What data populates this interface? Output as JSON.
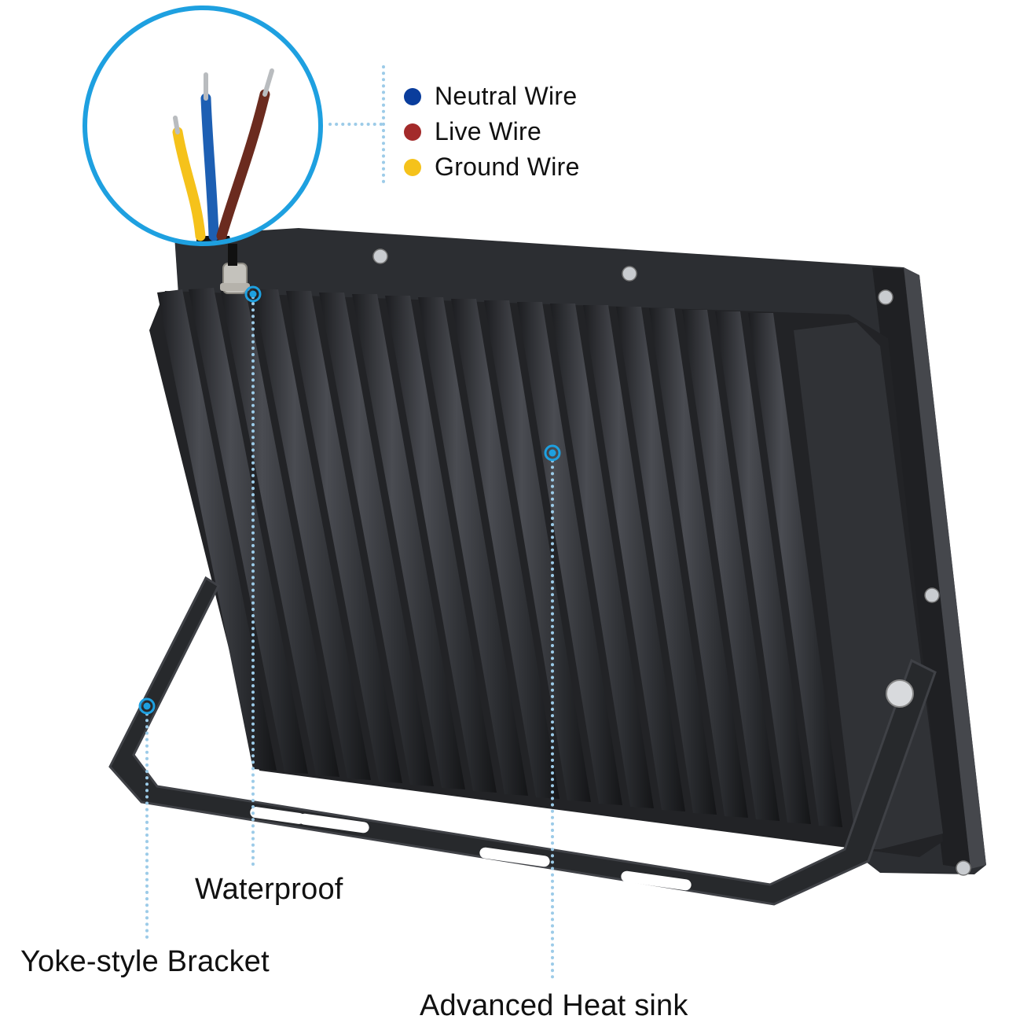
{
  "legend": {
    "items": [
      {
        "label": "Neutral Wire",
        "color": "#0a3d9c"
      },
      {
        "label": "Live Wire",
        "color": "#a32a2a"
      },
      {
        "label": "Ground Wire",
        "color": "#f5c21b"
      }
    ]
  },
  "callouts": {
    "waterproof": "Waterproof",
    "bracket": "Yoke-style Bracket",
    "heat_sink": "Advanced Heat sink"
  },
  "colors": {
    "accent": "#1ea0e0",
    "dotted_line": "#9ccbe8",
    "housing": "#2a2c30",
    "fin": "#3a3c41",
    "wire_yellow": "#f5c21b",
    "wire_blue": "#1d5fb3",
    "wire_brown": "#6b2b1f"
  }
}
